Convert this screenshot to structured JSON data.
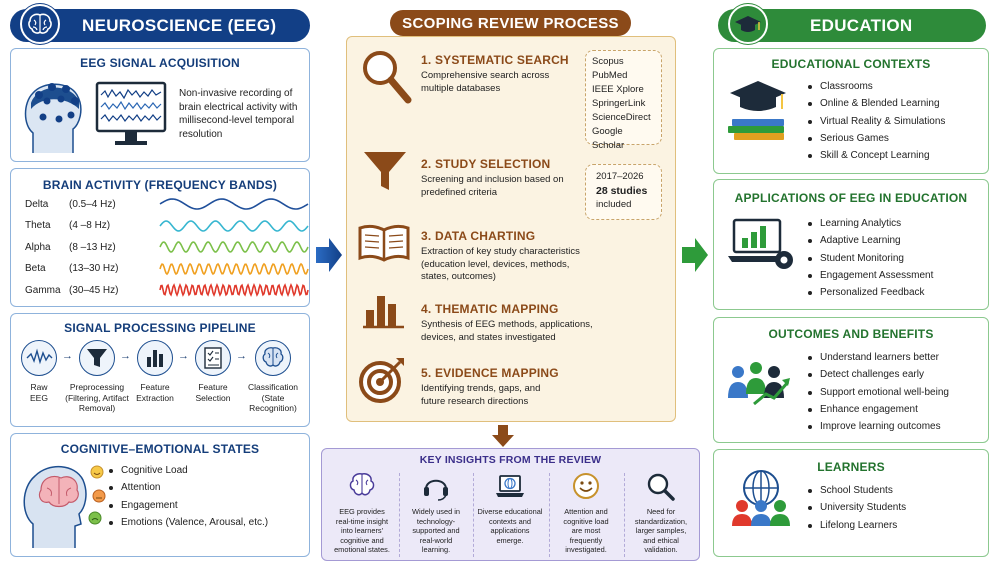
{
  "headers": {
    "neuro": "NEUROSCIENCE (EEG)",
    "scope": "SCOPING REVIEW PROCESS",
    "edu": "EDUCATION"
  },
  "colors": {
    "neuro_header": "#123f86",
    "scope_header": "#8b4a19",
    "edu_header": "#2e8b3a",
    "delta": "#1f4f9a",
    "theta": "#36b6d0",
    "alpha": "#7cc04a",
    "beta": "#f0a020",
    "gamma": "#e0392c"
  },
  "acquisition": {
    "title": "EEG SIGNAL ACQUISITION",
    "text": "Non-invasive recording of brain electrical activity with millisecond-level temporal resolution"
  },
  "bands": {
    "title": "BRAIN ACTIVITY (FREQUENCY BANDS)",
    "rows": [
      {
        "name": "Delta",
        "range": "(0.5–4 Hz)",
        "color": "#1f4f9a",
        "freq": 3
      },
      {
        "name": "Theta",
        "range": "(4 –8 Hz)",
        "color": "#36b6d0",
        "freq": 6
      },
      {
        "name": "Alpha",
        "range": "(8 –13 Hz)",
        "color": "#7cc04a",
        "freq": 10
      },
      {
        "name": "Beta",
        "range": "(13–30  Hz)",
        "color": "#f0a020",
        "freq": 16
      },
      {
        "name": "Gamma",
        "range": "(30–45  Hz)",
        "color": "#e0392c",
        "freq": 24
      }
    ]
  },
  "pipeline": {
    "title": "SIGNAL PROCESSING PIPELINE",
    "steps": [
      {
        "label": "Raw\nEEG",
        "icon": "wave-icon"
      },
      {
        "label": "Preprocessing\n(Filtering, Artifact\nRemoval)",
        "icon": "filter-icon"
      },
      {
        "label": "Feature\nExtraction",
        "icon": "bar-chart-icon"
      },
      {
        "label": "Feature\nSelection",
        "icon": "checklist-icon"
      },
      {
        "label": "Classification\n(State\nRecognition)",
        "icon": "brain-icon"
      }
    ]
  },
  "states": {
    "title": "COGNITIVE–EMOTIONAL STATES",
    "items": [
      "Cognitive Load",
      "Attention",
      "Engagement",
      "Emotions (Valence, Arousal, etc.)"
    ]
  },
  "steps": [
    {
      "title": "1. SYSTEMATIC SEARCH",
      "desc": "Comprehensive search across\nmultiple databases",
      "icon": "magnifier-icon"
    },
    {
      "title": "2. STUDY SELECTION",
      "desc": "Screening and inclusion based on\npredefined criteria",
      "icon": "funnel-icon"
    },
    {
      "title": "3. DATA CHARTING",
      "desc": "Extraction of key study characteristics\n(education level, devices, methods,\nstates, outcomes)",
      "icon": "book-icon"
    },
    {
      "title": "4. THEMATIC MAPPING",
      "desc": "Synthesis of EEG methods, applications,\ndevices, and states investigated",
      "icon": "bar-chart-icon"
    },
    {
      "title": "5. EVIDENCE MAPPING",
      "desc": "Identifying trends, gaps, and\nfuture research directions",
      "icon": "target-icon"
    }
  ],
  "databases": [
    "Scopus",
    "PubMed",
    "IEEE Xplore",
    "SpringerLink",
    "ScienceDirect",
    "Google Scholar"
  ],
  "selection_box": {
    "years": "2017–2026",
    "count": "28 studies",
    "suffix": "included"
  },
  "insights": {
    "title": "KEY INSIGHTS FROM THE REVIEW",
    "items": [
      {
        "text": "EEG provides\nreal-time insight\ninto learners'\ncognitive and\nemotional states.",
        "icon": "brain-icon"
      },
      {
        "text": "Widely used in\ntechnology-\nsupported and\nreal-world\nlearning.",
        "icon": "headset-icon"
      },
      {
        "text": "Diverse educational\ncontexts and\napplications\nemerge.",
        "icon": "laptop-globe-icon"
      },
      {
        "text": "Attention and\ncognitive load\nare most\nfrequently\ninvestigated.",
        "icon": "smiley-icon"
      },
      {
        "text": "Need for\nstandardization,\nlarger samples,\nand ethical\nvalidation.",
        "icon": "magnifier-icon"
      }
    ]
  },
  "contexts": {
    "title": "EDUCATIONAL CONTEXTS",
    "items": [
      "Classrooms",
      "Online & Blended Learning",
      "Virtual Reality & Simulations",
      "Serious Games",
      "Skill & Concept Learning"
    ]
  },
  "applications": {
    "title": "APPLICATIONS OF EEG IN EDUCATION",
    "items": [
      "Learning Analytics",
      "Adaptive Learning",
      "Student Monitoring",
      "Engagement Assessment",
      "Personalized Feedback"
    ]
  },
  "outcomes": {
    "title": "OUTCOMES AND BENEFITS",
    "items": [
      "Understand learners better",
      "Detect challenges early",
      "Support emotional well-being",
      "Enhance engagement",
      "Improve learning outcomes"
    ]
  },
  "learners": {
    "title": "LEARNERS",
    "items": [
      "School Students",
      "University Students",
      "Lifelong Learners"
    ]
  }
}
